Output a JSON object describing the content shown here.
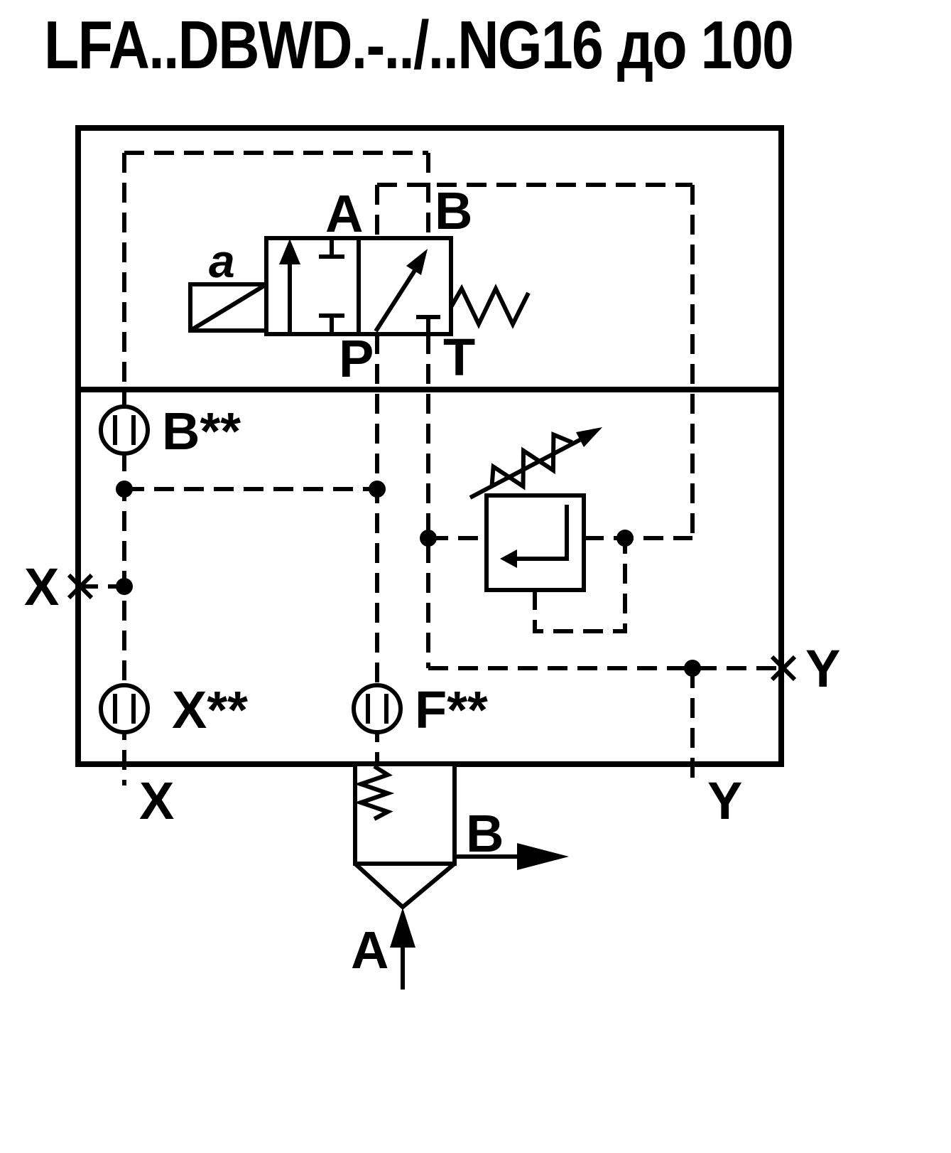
{
  "title": "LFA..DBWD.-../..NG16 до 100",
  "pilot_valve": {
    "solenoid_label": "a",
    "port_a": "A",
    "port_b": "B",
    "port_p": "P",
    "port_t": "T"
  },
  "orifices": {
    "b": "B**",
    "x": "X**",
    "f": "F**"
  },
  "external_ports": {
    "x_left": "X",
    "y_right": "Y",
    "x_bottom": "X",
    "y_bottom": "Y"
  },
  "main_valve": {
    "port_a": "A",
    "port_b": "B"
  },
  "colors": {
    "line": "#000000",
    "background": "#ffffff"
  }
}
